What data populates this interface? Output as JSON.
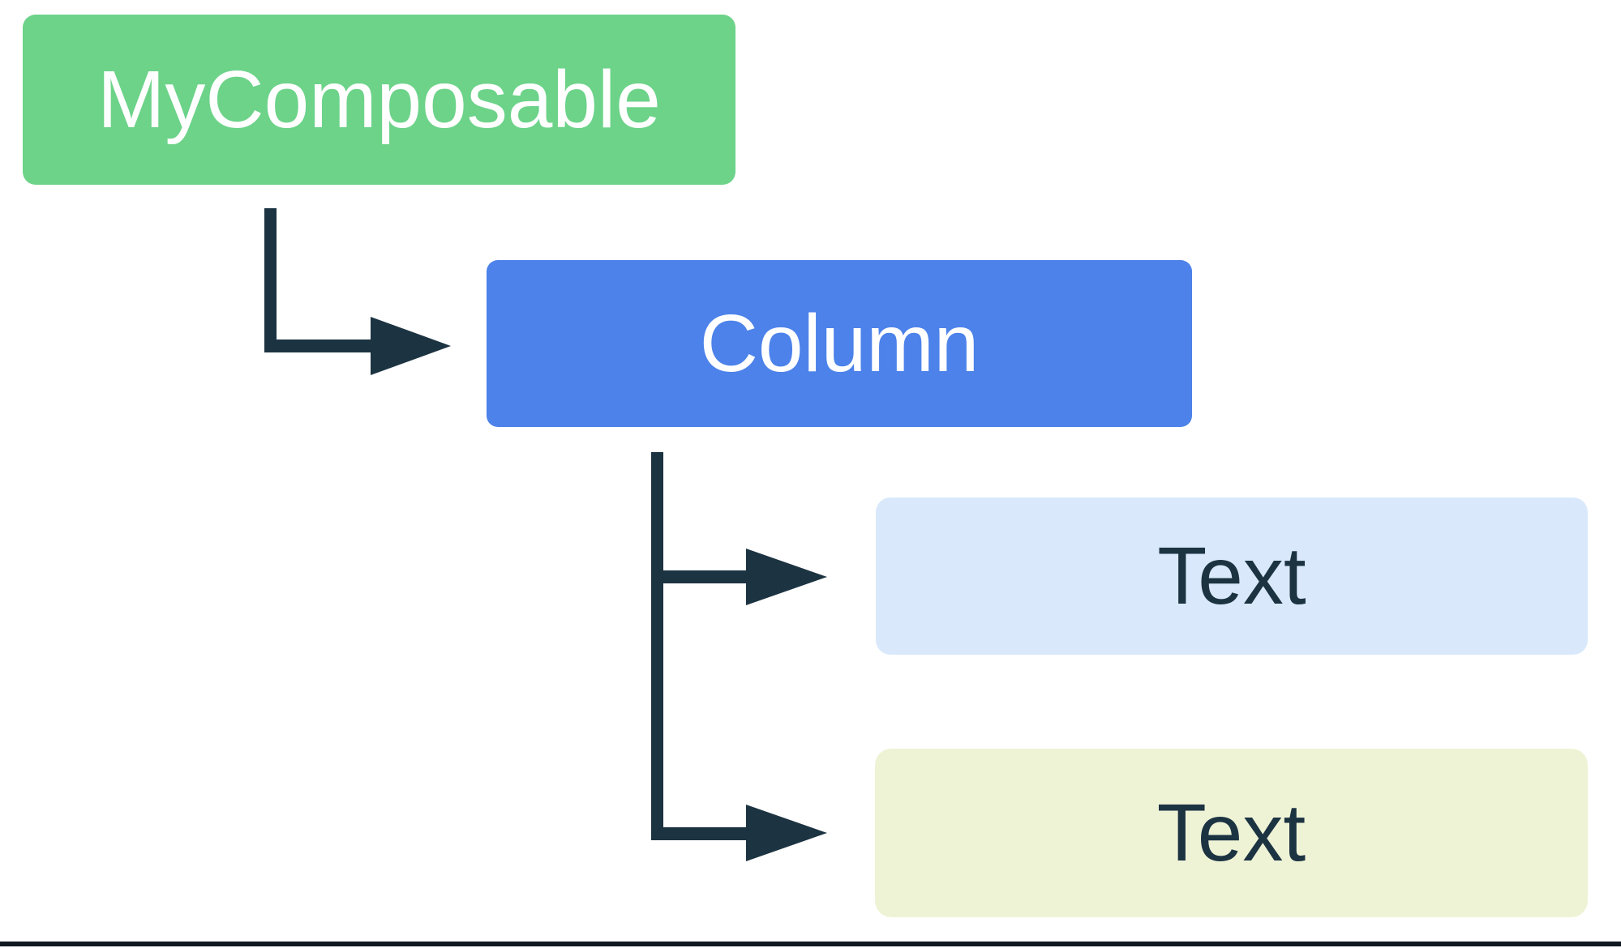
{
  "diagram": {
    "type": "tree",
    "background": "#FFFFFF",
    "connector_color": "#1C3342",
    "bottom_rule_color": "#101820",
    "nodes": [
      {
        "id": "mycomposable",
        "label": "MyComposable",
        "bg": "#6CD389",
        "fg": "#FFFFFF"
      },
      {
        "id": "column",
        "label": "Column",
        "bg": "#4C82EA",
        "fg": "#FFFFFF"
      },
      {
        "id": "text-1",
        "label": "Text",
        "bg": "#D9E9FB",
        "fg": "#1C3342"
      },
      {
        "id": "text-2",
        "label": "Text",
        "bg": "#EFF3D6",
        "fg": "#1C3342"
      }
    ],
    "edges": [
      {
        "from": "mycomposable",
        "to": "column"
      },
      {
        "from": "column",
        "to": "text-1"
      },
      {
        "from": "column",
        "to": "text-2"
      }
    ]
  }
}
